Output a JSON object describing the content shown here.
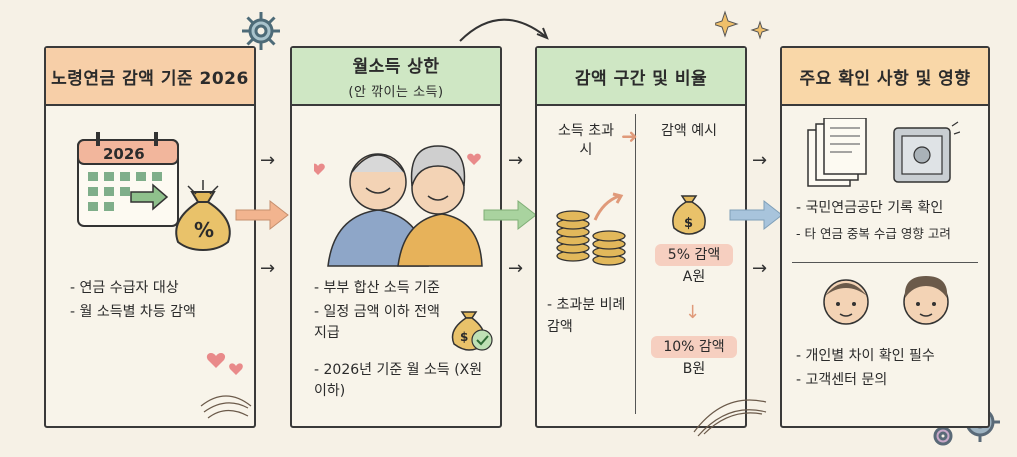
{
  "panels": [
    {
      "title": "노령연금 감액 기준 2026",
      "calendar_year": "2026",
      "bag_symbol": "%",
      "bullets": [
        "연금 수급자 대상",
        "월 소득별 차등 감액"
      ]
    },
    {
      "title": "월소득 상한",
      "subtitle": "(안 깎이는 소득)",
      "bullets": [
        "부부 합산 소득 기준",
        "일정 금액 이하 전액 지급",
        "2026년 기준 월 소득 (X원 이하)"
      ],
      "bag_symbol": "$"
    },
    {
      "title": "감액 구간 및 비율",
      "left_label": "소득 초과 시",
      "right_label": "감액 예시",
      "bag_symbol": "$",
      "tier1_rate": "5% 감액",
      "tier1_amount": "A원",
      "tier2_rate": "10% 감액",
      "tier2_amount": "B원",
      "note": "초과분 비례 감액"
    },
    {
      "title": "주요 확인 사항 및 영향",
      "bullets_top": [
        "국민연금공단 기록 확인",
        "타 연금 중복 수급 영향 고려"
      ],
      "bullets_bottom": [
        "개인별 차이 확인 필수",
        "고객센터 문의"
      ]
    }
  ],
  "colors": {
    "peach": "#f7cfa8",
    "green": "#cfe7c4",
    "orange": "#f9d7a8",
    "chip": "#f6cfc0",
    "gold": "#e2b85b"
  }
}
